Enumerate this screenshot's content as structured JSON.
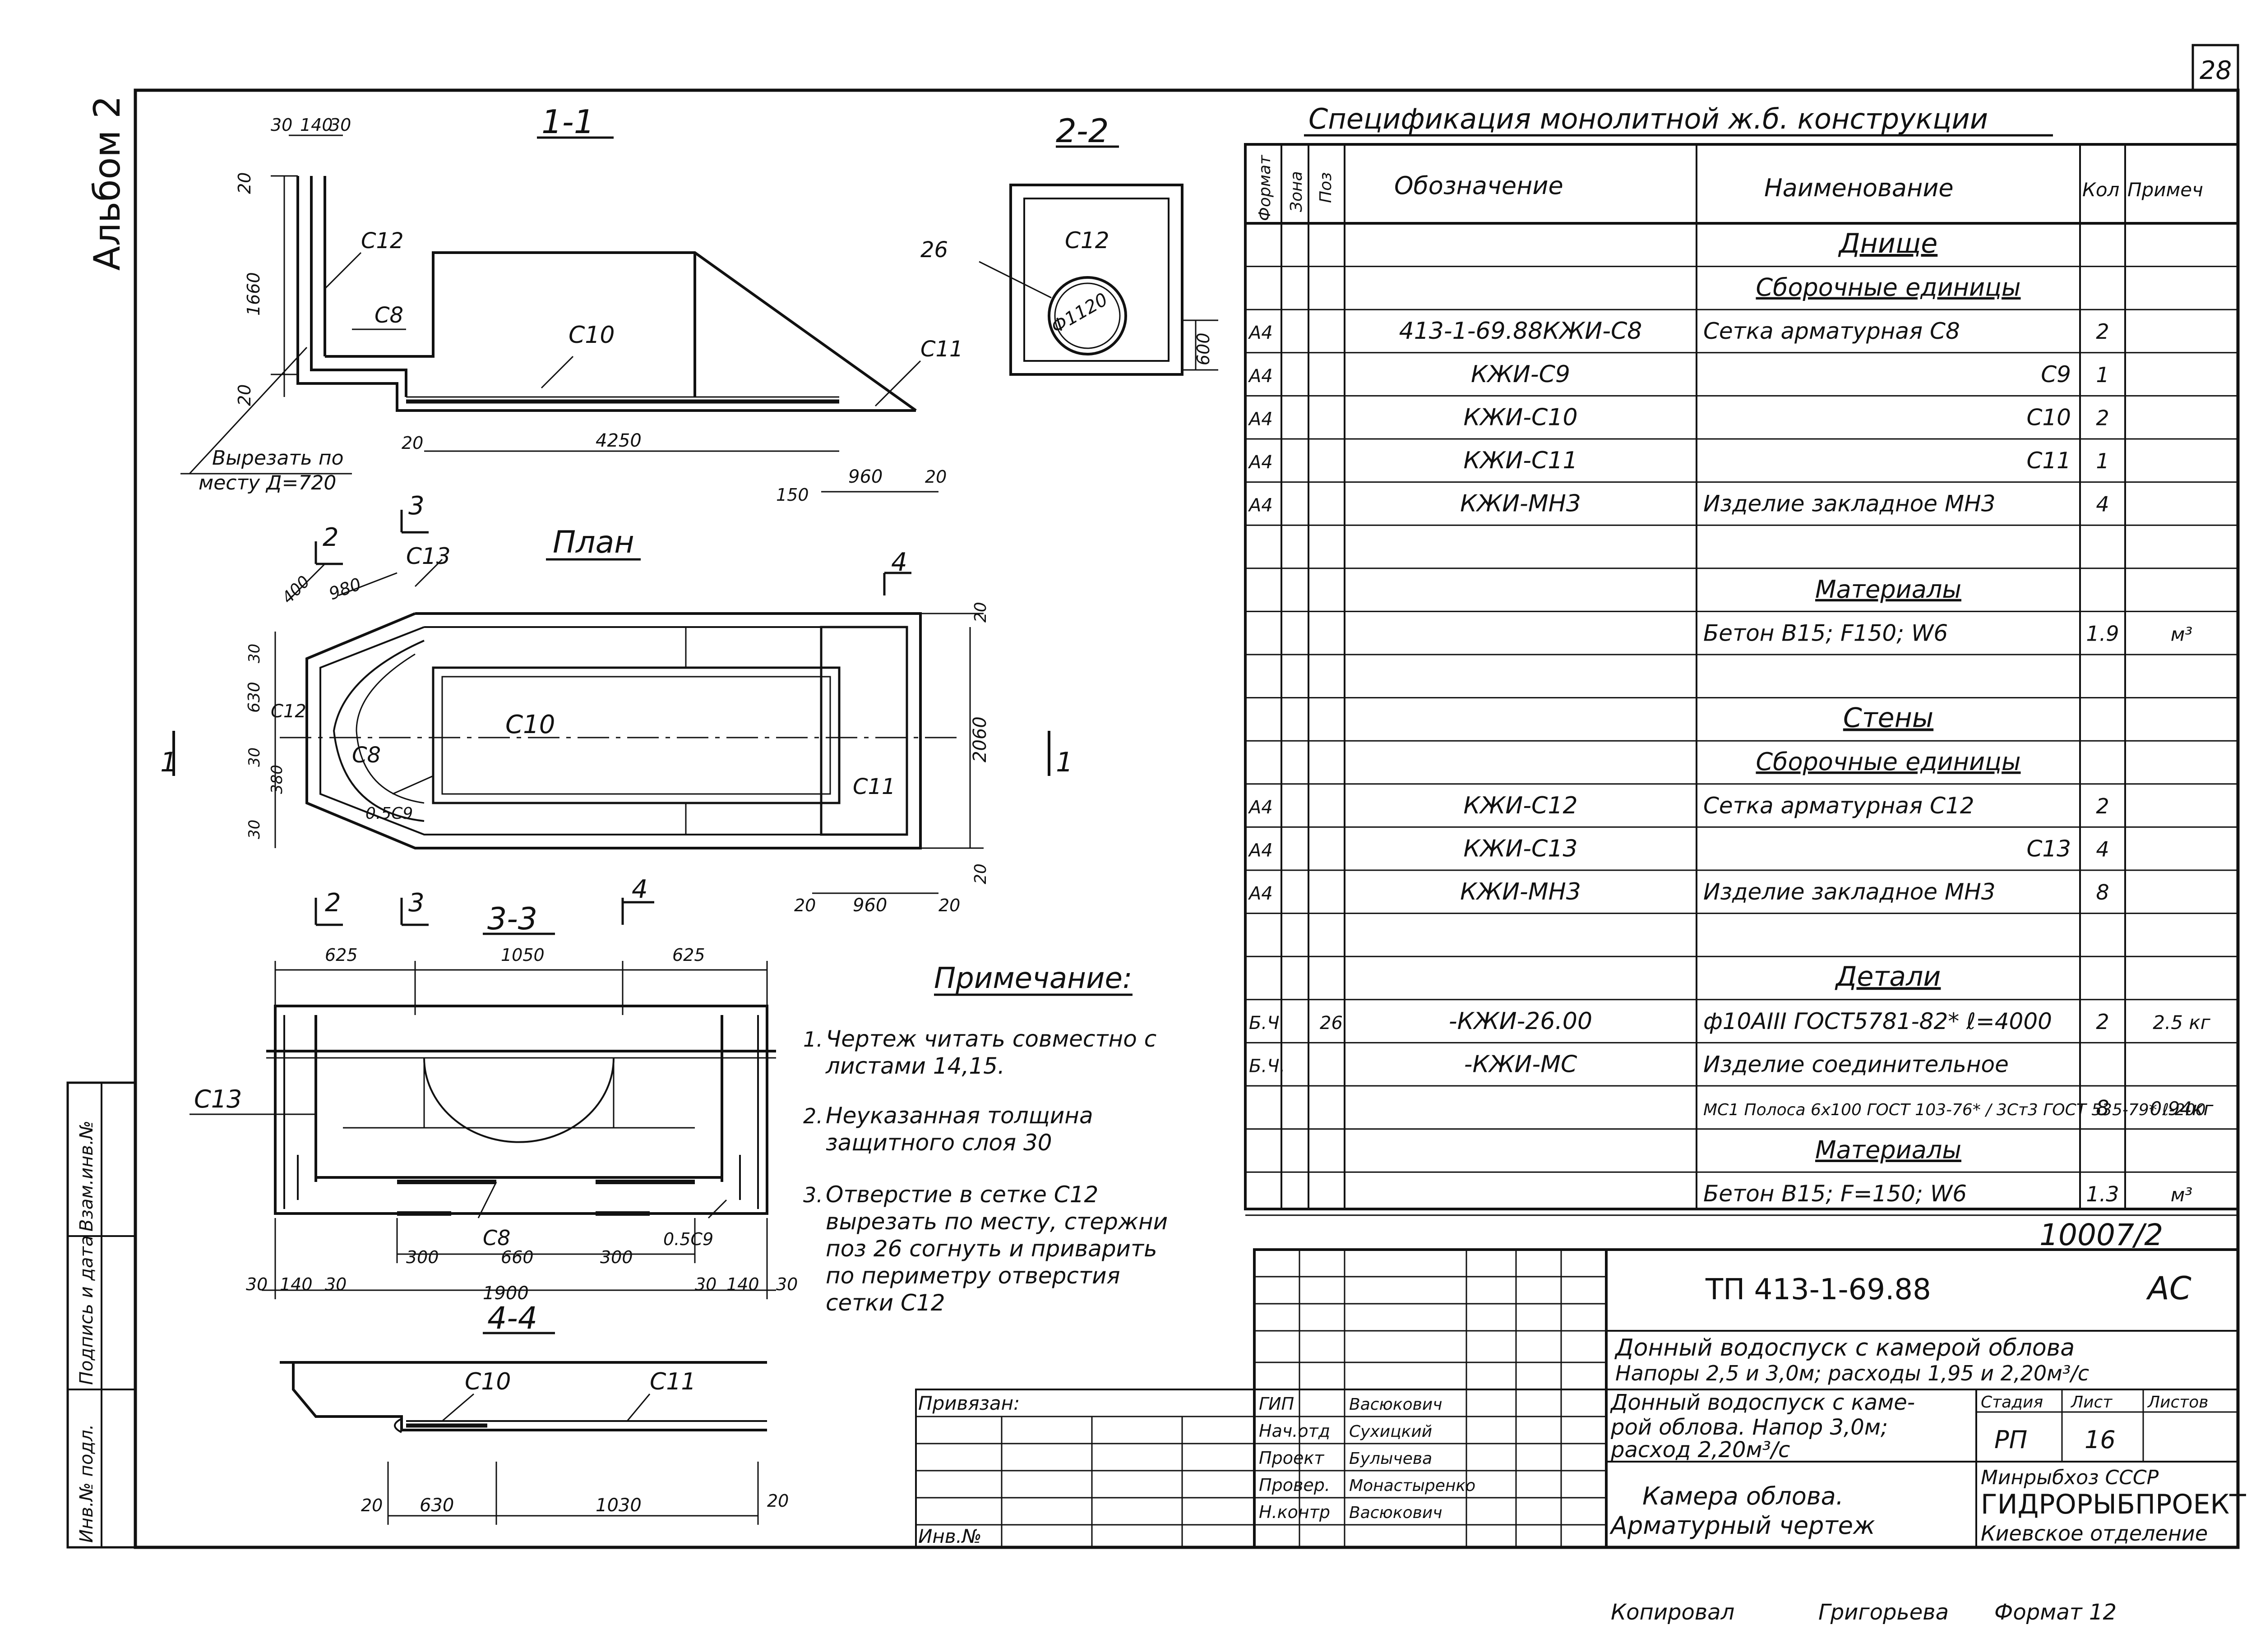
{
  "sheet": {
    "page_number": "28",
    "album": "Альбом 2",
    "drawing_id": "10007/2",
    "copied_by": "Копировал",
    "copier_name": "Григорьева",
    "format": "Формат 12"
  },
  "sections": {
    "s11": {
      "title": "1-1",
      "dims": [
        "30",
        "140",
        "30",
        "20",
        "1660",
        "20",
        "4250",
        "20",
        "150",
        "960",
        "20"
      ],
      "marks": [
        "С12",
        "С8",
        "С10",
        "С11"
      ],
      "note_line1": "Вырезать по",
      "note_line2": "месту Д=720"
    },
    "s22": {
      "title": "2-2",
      "mark_net": "С12",
      "mark_bar": "26",
      "diameter": "Ф1120",
      "dim": "600"
    },
    "plan": {
      "title": "План",
      "cut_marks": [
        "2",
        "3",
        "4",
        "1",
        "1"
      ],
      "dims": [
        "400",
        "980",
        "30",
        "630",
        "30",
        "380",
        "30",
        "20",
        "2060",
        "20",
        "20",
        "960",
        "20"
      ],
      "marks": [
        "С13",
        "С12",
        "С8",
        "0.5С9",
        "С10",
        "С11"
      ]
    },
    "s33": {
      "title": "3-3",
      "cut_marks": [
        "2",
        "3",
        "4"
      ],
      "dims_top": [
        "625",
        "1050",
        "625"
      ],
      "dims_bottom": [
        "30",
        "140",
        "30",
        "300",
        "660",
        "300",
        "1900",
        "30",
        "140",
        "30"
      ],
      "marks": [
        "С13",
        "С8",
        "0.5С9"
      ]
    },
    "s44": {
      "title": "4-4",
      "dims": [
        "20",
        "630",
        "1030",
        "20"
      ],
      "marks": [
        "С10",
        "С11"
      ]
    }
  },
  "notes": {
    "title": "Примечание:",
    "items": [
      {
        "num": "1.",
        "lines": [
          "Чертеж читать совместно с",
          "листами 14,15."
        ]
      },
      {
        "num": "2.",
        "lines": [
          "Неуказанная толщина",
          "защитного слоя 30"
        ]
      },
      {
        "num": "3.",
        "lines": [
          "Отверстие в сетке С12",
          "вырезать по месту, стержни",
          "поз 26 согнуть и приварить",
          "по периметру отверстия",
          "сетки С12"
        ]
      }
    ]
  },
  "spec": {
    "title": "Спецификация монолитной ж.б. конструкции",
    "headers": {
      "format": "Формат",
      "zone": "Зона",
      "pos": "Поз",
      "designation": "Обозначение",
      "name": "Наименование",
      "qty": "Кол",
      "note": "Примеч"
    },
    "rows": [
      {
        "format": "",
        "pos": "",
        "designation": "",
        "name": "Днище",
        "qty": "",
        "note": "",
        "type": "section"
      },
      {
        "format": "",
        "pos": "",
        "designation": "",
        "name": "Сборочные единицы",
        "qty": "",
        "note": "",
        "type": "subsection"
      },
      {
        "format": "А4",
        "pos": "",
        "designation": "413-1-69.88КЖИ-С8",
        "name": "Сетка арматурная С8",
        "qty": "2",
        "note": ""
      },
      {
        "format": "А4",
        "pos": "",
        "designation": "КЖИ-С9",
        "name": "С9",
        "qty": "1",
        "note": "",
        "align": "right"
      },
      {
        "format": "А4",
        "pos": "",
        "designation": "КЖИ-С10",
        "name": "С10",
        "qty": "2",
        "note": "",
        "align": "right"
      },
      {
        "format": "А4",
        "pos": "",
        "designation": "КЖИ-С11",
        "name": "С11",
        "qty": "1",
        "note": "",
        "align": "right"
      },
      {
        "format": "А4",
        "pos": "",
        "designation": "КЖИ-МН3",
        "name": "Изделие закладное МН3",
        "qty": "4",
        "note": ""
      },
      {
        "format": "",
        "pos": "",
        "designation": "",
        "name": "",
        "qty": "",
        "note": ""
      },
      {
        "format": "",
        "pos": "",
        "designation": "",
        "name": "Материалы",
        "qty": "",
        "note": "",
        "type": "subsection"
      },
      {
        "format": "",
        "pos": "",
        "designation": "",
        "name": "Бетон В15; F150; W6",
        "qty": "1.9",
        "note": "м³"
      },
      {
        "format": "",
        "pos": "",
        "designation": "",
        "name": "",
        "qty": "",
        "note": ""
      },
      {
        "format": "",
        "pos": "",
        "designation": "",
        "name": "Стены",
        "qty": "",
        "note": "",
        "type": "section"
      },
      {
        "format": "",
        "pos": "",
        "designation": "",
        "name": "Сборочные единицы",
        "qty": "",
        "note": "",
        "type": "subsection"
      },
      {
        "format": "А4",
        "pos": "",
        "designation": "КЖИ-С12",
        "name": "Сетка арматурная С12",
        "qty": "2",
        "note": ""
      },
      {
        "format": "А4",
        "pos": "",
        "designation": "КЖИ-С13",
        "name": "С13",
        "qty": "4",
        "note": "",
        "align": "right"
      },
      {
        "format": "А4",
        "pos": "",
        "designation": "КЖИ-МН3",
        "name": "Изделие закладное МН3",
        "qty": "8",
        "note": ""
      },
      {
        "format": "",
        "pos": "",
        "designation": "",
        "name": "",
        "qty": "",
        "note": ""
      },
      {
        "format": "",
        "pos": "",
        "designation": "",
        "name": "Детали",
        "qty": "",
        "note": "",
        "type": "section"
      },
      {
        "format": "Б.Ч",
        "pos": "26",
        "designation": "-КЖИ-26.00",
        "name": "ф10АIII ГОСТ5781-82* ℓ=4000",
        "qty": "2",
        "note": "2.5 кг"
      },
      {
        "format": "Б.Ч.",
        "pos": "",
        "designation": "-КЖИ-МС",
        "name": "Изделие соединительное",
        "qty": "",
        "note": ""
      },
      {
        "format": "",
        "pos": "",
        "designation": "",
        "name": "МС1 Полоса 6х100 ГОСТ 103-76* / 3Ст3 ГОСТ 535-79* ℓ-200",
        "qty": "8",
        "note": "0.94кг"
      },
      {
        "format": "",
        "pos": "",
        "designation": "",
        "name": "Материалы",
        "qty": "",
        "note": "",
        "type": "subsection"
      },
      {
        "format": "",
        "pos": "",
        "designation": "",
        "name": "Бетон В15; F=150; W6",
        "qty": "1.3",
        "note": "м³"
      }
    ]
  },
  "title_block": {
    "code": "ТП 413-1-69.88",
    "suffix": "АС",
    "project_line1": "Донный водоспуск с камерой облова",
    "project_line2": "Напоры 2,5 и 3,0м; расходы 1,95 и 2,20м³/с",
    "sheet_desc_line1": "Донный водоспуск с каме-",
    "sheet_desc_line2": "рой облова. Напор 3,0м;",
    "sheet_desc_line3": "расход 2,20м³/с",
    "drawing_line1": "Камера облова.",
    "drawing_line2": "Арматурный чертеж",
    "stage_label": "Стадия",
    "sheet_label": "Лист",
    "sheets_label": "Листов",
    "stage": "РП",
    "sheet_no": "16",
    "org_line1": "Минрыбхоз СССР",
    "org_line2": "ГИДРОРЫБПРОЕКТ",
    "org_line3": "Киевское отделение",
    "bound_label": "Привязан:",
    "inv_label": "Инв.№",
    "roles": [
      {
        "role": "ГИП",
        "name": "Васюкович"
      },
      {
        "role": "Нач.отд",
        "name": "Сухицкий"
      },
      {
        "role": "Проект",
        "name": "Булычева"
      },
      {
        "role": "Провер.",
        "name": "Монастыренко"
      },
      {
        "role": "Н.контр",
        "name": "Васюкович"
      }
    ]
  },
  "side_stamp": {
    "fields": [
      "Инв.№ подл.",
      "Подпись и дата",
      "Взам.инв.№"
    ]
  }
}
